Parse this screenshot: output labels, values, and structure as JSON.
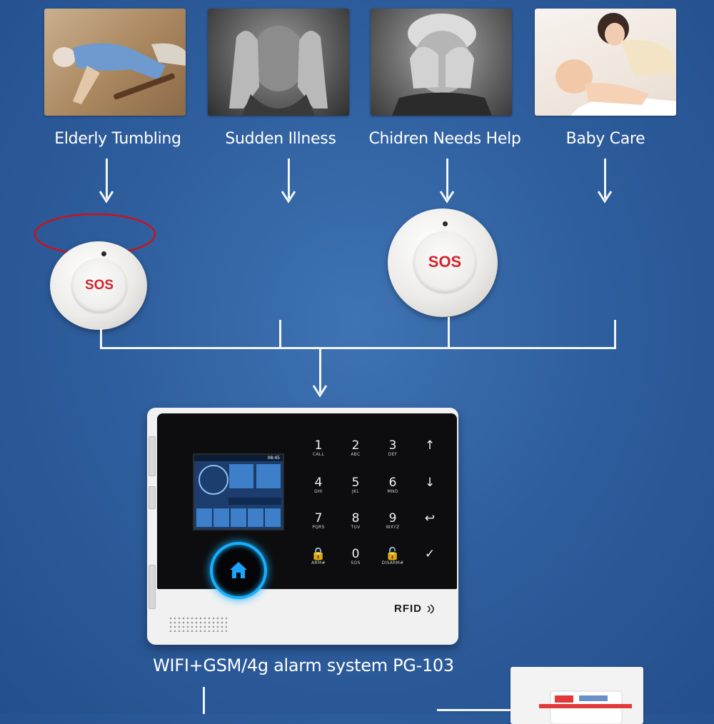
{
  "scenarios": [
    {
      "id": "elderly",
      "label": "Elderly Tumbling"
    },
    {
      "id": "illness",
      "label": "Sudden Illness"
    },
    {
      "id": "children",
      "label": "Chidren Needs Help"
    },
    {
      "id": "baby",
      "label": "Baby Care"
    }
  ],
  "sos_button_label": "SOS",
  "panel": {
    "keys": [
      {
        "n": "1",
        "l": "CALL"
      },
      {
        "n": "2",
        "l": "ABC"
      },
      {
        "n": "3",
        "l": "DEF"
      },
      {
        "n": "↑",
        "l": ""
      },
      {
        "n": "4",
        "l": "GHI"
      },
      {
        "n": "5",
        "l": "JKL"
      },
      {
        "n": "6",
        "l": "MNO"
      },
      {
        "n": "↓",
        "l": ""
      },
      {
        "n": "7",
        "l": "PQRS"
      },
      {
        "n": "8",
        "l": "TUV"
      },
      {
        "n": "9",
        "l": "WXYZ"
      },
      {
        "n": "↩",
        "l": ""
      },
      {
        "n": "🔒",
        "l": "ARM#"
      },
      {
        "n": "0",
        "l": "SOS"
      },
      {
        "n": "🔓",
        "l": "DISARM#"
      },
      {
        "n": "✓",
        "l": ""
      }
    ],
    "lcd_time": "08:45",
    "brand_label": "RFID"
  },
  "product_caption": "WIFI+GSM/4g alarm system  PG-103",
  "colors": {
    "background": "#2f5f9f",
    "accent_blue": "#17b0ff",
    "sos_red": "#d4232a",
    "cord_red": "#c8141c"
  }
}
